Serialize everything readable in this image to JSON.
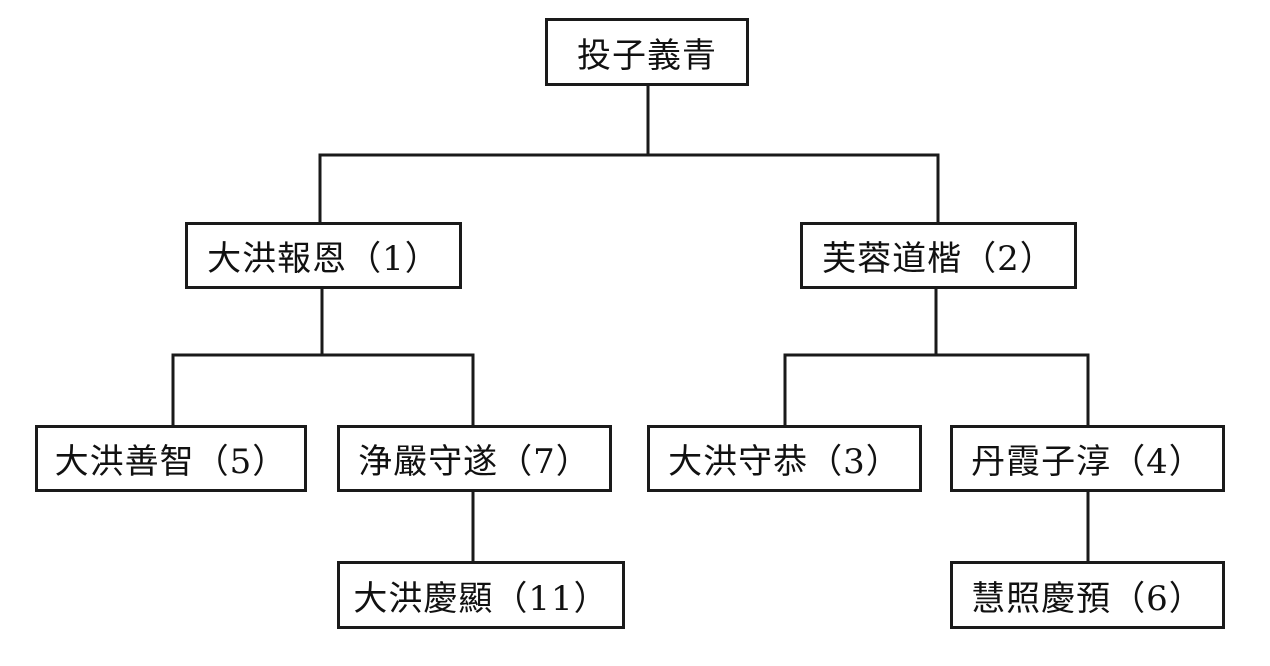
{
  "tree": {
    "root": {
      "label": "投子義青"
    },
    "children": [
      {
        "label": "大洪報恩（1）",
        "children": [
          {
            "label": "大洪善智（5）"
          },
          {
            "label": "浄嚴守遂（7）",
            "children": [
              {
                "label": "大洪慶顯（11）"
              }
            ]
          }
        ]
      },
      {
        "label": "芙蓉道楷（2）",
        "children": [
          {
            "label": "大洪守恭（3）"
          },
          {
            "label": "丹霞子淳（4）",
            "children": [
              {
                "label": "慧照慶預（6）"
              }
            ]
          }
        ]
      }
    ]
  }
}
